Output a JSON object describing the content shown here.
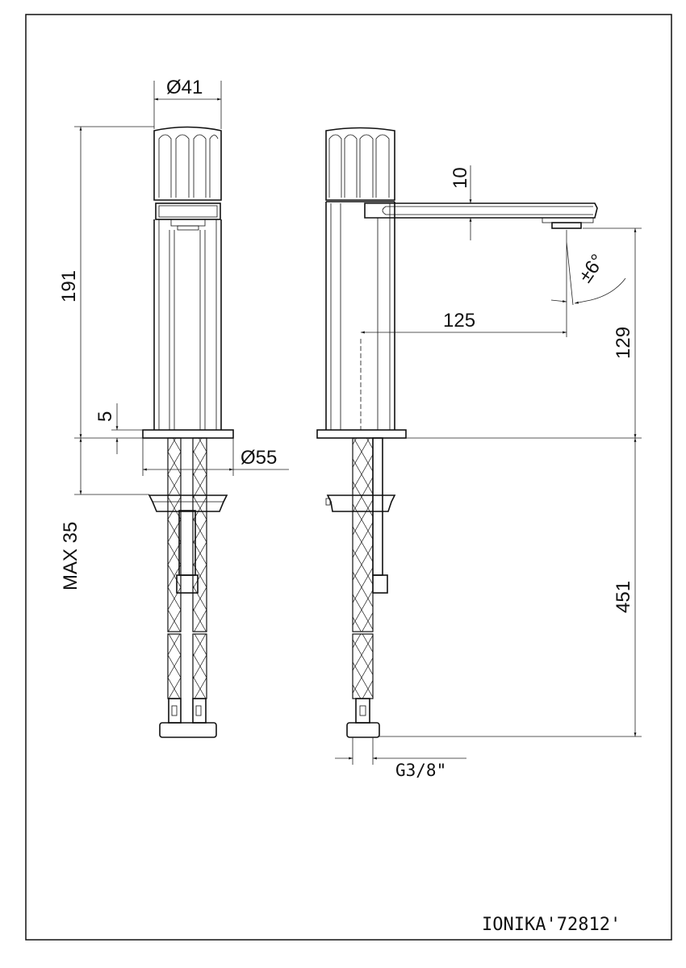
{
  "drawing": {
    "title_block": "IONIKA'72812'",
    "dimensions": {
      "head_diameter": "Ø41",
      "total_height": "191",
      "base_thickness": "5",
      "base_diameter": "Ø55",
      "max_deck_thickness": "MAX 35",
      "spout_thickness": "10",
      "spout_tilt": "±6°",
      "spout_reach": "125",
      "spout_height": "129",
      "hose_length": "451",
      "connection_thread": "G3/8\""
    }
  }
}
